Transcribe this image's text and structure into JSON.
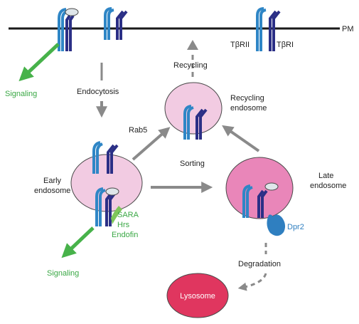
{
  "labels": {
    "pm": "PM",
    "tbrii": "TβRII",
    "tbri": "TβRI",
    "recycling": "Recycling",
    "recycling_endosome_line1": "Recycling",
    "recycling_endosome_line2": "endosome",
    "endocytosis": "Endocytosis",
    "signaling_top": "Signaling",
    "rab5": "Rab5",
    "sorting": "Sorting",
    "early_endosome_line1": "Early",
    "early_endosome_line2": "endosome",
    "late_endosome_line1": "Late",
    "late_endosome_line2": "endosome",
    "sara": "SARA",
    "hrs": "Hrs",
    "endofin": "Endofin",
    "signaling_bottom": "Signaling",
    "dpr2": "Dpr2",
    "degradation": "Degradation",
    "lysosome": "Lysosome"
  },
  "colors": {
    "membrane": "#1a1a1a",
    "receptor_light": "#2f86c6",
    "receptor_dark": "#2b2f86",
    "ligand": "#dfe6ea",
    "arrow_gray": "#8a8a8a",
    "arrow_green": "#47b24a",
    "endosome_light": "#f2cbe2",
    "endosome_late": "#e986b9",
    "lysosome": "#e0365f",
    "dpr2": "#2f7fc0"
  }
}
